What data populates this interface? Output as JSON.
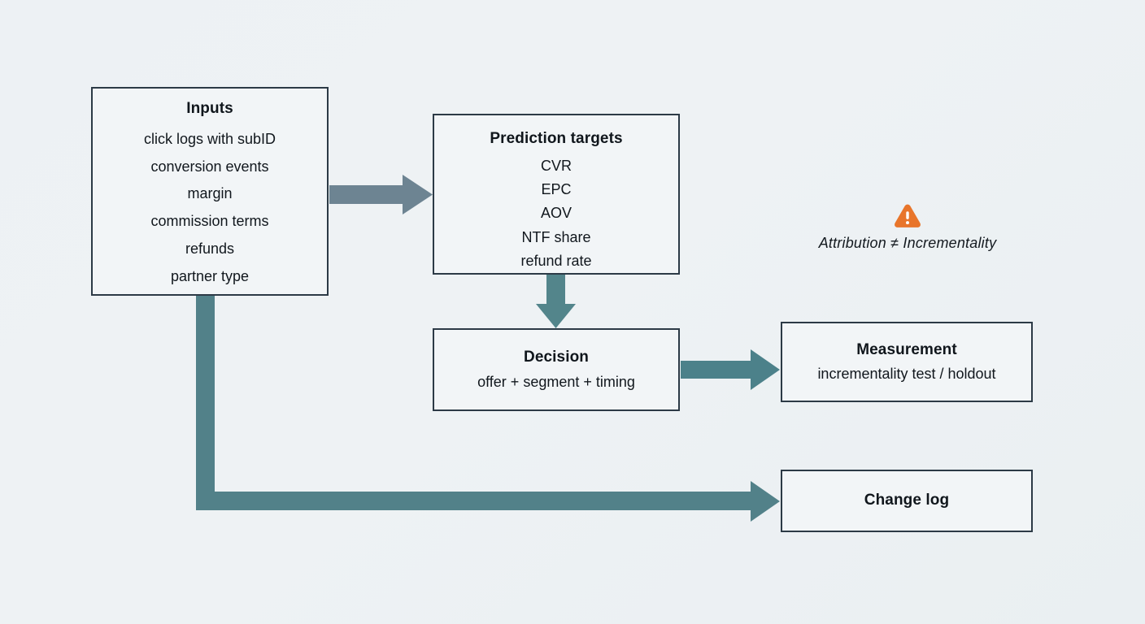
{
  "diagram": {
    "background_color": "#eef2f4",
    "box_border_color": "#2c3a46",
    "box_fill_color": "#f2f5f7",
    "nodes": {
      "inputs": {
        "title": "Inputs",
        "items": [
          "click logs with subID",
          "conversion events",
          "margin",
          "commission terms",
          "refunds",
          "partner type"
        ]
      },
      "prediction_targets": {
        "title": "Prediction targets",
        "items": [
          "CVR",
          "EPC",
          "AOV",
          "NTF share",
          "refund rate"
        ]
      },
      "decision": {
        "title": "Decision",
        "subtitle": "offer + segment + timing"
      },
      "measurement": {
        "title": "Measurement",
        "subtitle": "incrementality test / holdout"
      },
      "change_log": {
        "title": "Change log"
      }
    },
    "connectors": [
      {
        "name": "inputs-to-prediction",
        "from": "inputs",
        "to": "prediction_targets",
        "style": "straight-right",
        "color": "#6d8492"
      },
      {
        "name": "prediction-to-decision",
        "from": "prediction_targets",
        "to": "decision",
        "style": "straight-down",
        "color": "#53858b"
      },
      {
        "name": "decision-to-measurement",
        "from": "decision",
        "to": "measurement",
        "style": "straight-right",
        "color": "#4c818a"
      },
      {
        "name": "inputs-to-change-log",
        "from": "inputs",
        "to": "change_log",
        "style": "elbow-down-right",
        "color": "#528189"
      }
    ],
    "annotation": {
      "icon": "warning-triangle-icon",
      "icon_color": "#e8752b",
      "text": "Attribution ≠ Incrementality"
    }
  }
}
